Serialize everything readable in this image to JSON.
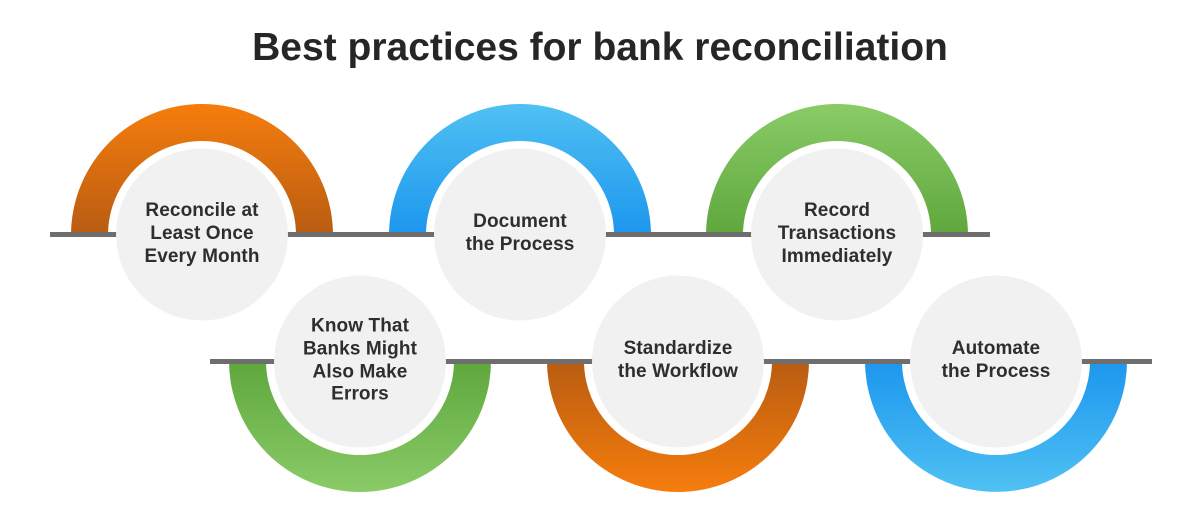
{
  "title": {
    "text": "Best practices for bank reconciliation"
  },
  "palette": {
    "line": "#6E6E6E",
    "circle_fill": "#F1F1F1",
    "title_color": "#262626",
    "label_color": "#2E2E2E",
    "orange_light": "#F67D0D",
    "orange_dark": "#B85C12",
    "blue_light": "#4FC1F3",
    "blue_dark": "#1D96EE",
    "green_light": "#8ACB67",
    "green_dark": "#5FA73D"
  },
  "nodes": [
    {
      "id": 1,
      "color": "orange",
      "position": "top",
      "label": "Reconcile at Least Once Every Month",
      "lines": [
        "Reconcile at",
        "Least Once",
        "Every Month"
      ]
    },
    {
      "id": 2,
      "color": "blue",
      "position": "top",
      "label": "Document the Process",
      "lines": [
        "Document",
        "the Process"
      ]
    },
    {
      "id": 3,
      "color": "green",
      "position": "top",
      "label": "Record Transactions Immediately",
      "lines": [
        "Record",
        "Transactions",
        "Immediately"
      ]
    },
    {
      "id": 4,
      "color": "green",
      "position": "bottom",
      "label": "Know That Banks Might Also Make Errors",
      "lines": [
        "Know That",
        "Banks Might",
        "Also Make",
        "Errors"
      ]
    },
    {
      "id": 5,
      "color": "orange",
      "position": "bottom",
      "label": "Standardize the Workflow",
      "lines": [
        "Standardize",
        "the Workflow"
      ]
    },
    {
      "id": 6,
      "color": "blue",
      "position": "bottom",
      "label": "Automate the Process",
      "lines": [
        "Automate",
        "the Process"
      ]
    }
  ]
}
